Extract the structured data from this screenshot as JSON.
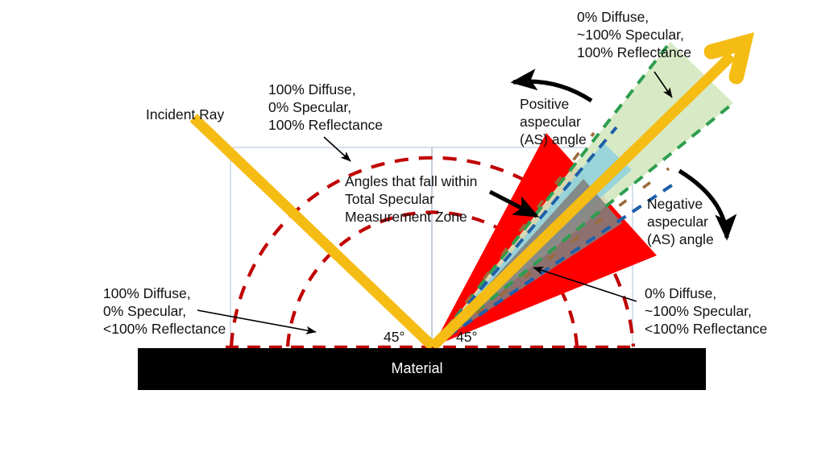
{
  "diagram": {
    "title": "Specular and diffuse reflectance geometry diagram",
    "material_label": "Material",
    "incident_ray_label": "Incident Ray",
    "angles": {
      "left": "45°",
      "right": "45°"
    },
    "annotations": {
      "top_left_block": "100% Diffuse,\n0% Specular,\n100% Reflectance",
      "top_right_block": "0% Diffuse,\n~100% Specular,\n100% Reflectance",
      "bottom_left_block": "100% Diffuse,\n0% Specular,\n<100% Reflectance",
      "bottom_right_block": "0% Diffuse,\n~100% Specular,\n<100% Reflectance",
      "zone_block": "Angles that fall within\nTotal Specular\nMeasurement Zone",
      "positive_as": "Positive\naspecular\n(AS) angle",
      "negative_as": "Negative\naspecular\n(AS) angle"
    },
    "colors": {
      "ray": "#F5BC13",
      "material": "#000000",
      "arc_dash": "#C00000",
      "wedge_red": "#FF0000",
      "wedge_gray": "#808080",
      "wedge_green_fill": "#D5E8C0",
      "wedge_green_dash": "#2E9E4F",
      "wedge_cyan": "#92D3DC",
      "wedge_blue_dash": "#1F5FA9",
      "frame": "#AFC2D6",
      "text": "#111111"
    },
    "icons": {
      "arrow_head": "arrow-head-icon",
      "curved_arrow_left": "curved-arrow-left-icon",
      "curved_arrow_right": "curved-arrow-right-icon"
    }
  }
}
